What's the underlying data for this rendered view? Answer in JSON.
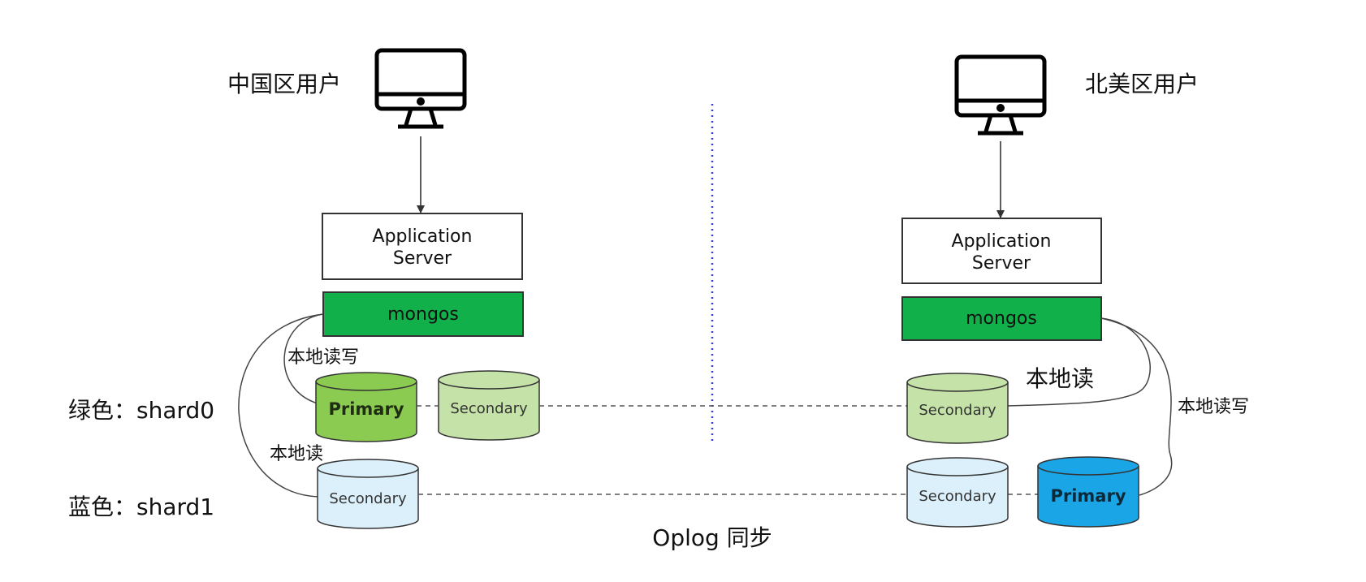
{
  "left_region": {
    "user_label": "中国区用户",
    "app_server": [
      "Application",
      "Server"
    ],
    "mongos_label": "mongos",
    "local_read_write_label": "本地读写",
    "local_read_label": "本地读",
    "shard0_primary": "Primary",
    "shard0_secondary": "Secondary",
    "shard1_secondary": "Secondary"
  },
  "right_region": {
    "user_label": "北美区用户",
    "app_server": [
      "Application",
      "Server"
    ],
    "mongos_label": "mongos",
    "local_read_label": "本地读",
    "local_read_write_label": "本地读写",
    "shard0_secondary": "Secondary",
    "shard1_secondary": "Secondary",
    "shard1_primary": "Primary"
  },
  "legend": {
    "shard0": "绿色：shard0",
    "shard1": "蓝色：shard1"
  },
  "sync_label": "Oplog 同步",
  "colors": {
    "mongos_fill": "#12b04b",
    "shard0_primary_fill": "#8ccb52",
    "shard0_secondary_fill": "#c5e3a8",
    "shard1_secondary_fill": "#dcf0fb",
    "shard1_primary_fill": "#1aa5e6",
    "divider": "#3b3bd6",
    "line": "#555555"
  }
}
